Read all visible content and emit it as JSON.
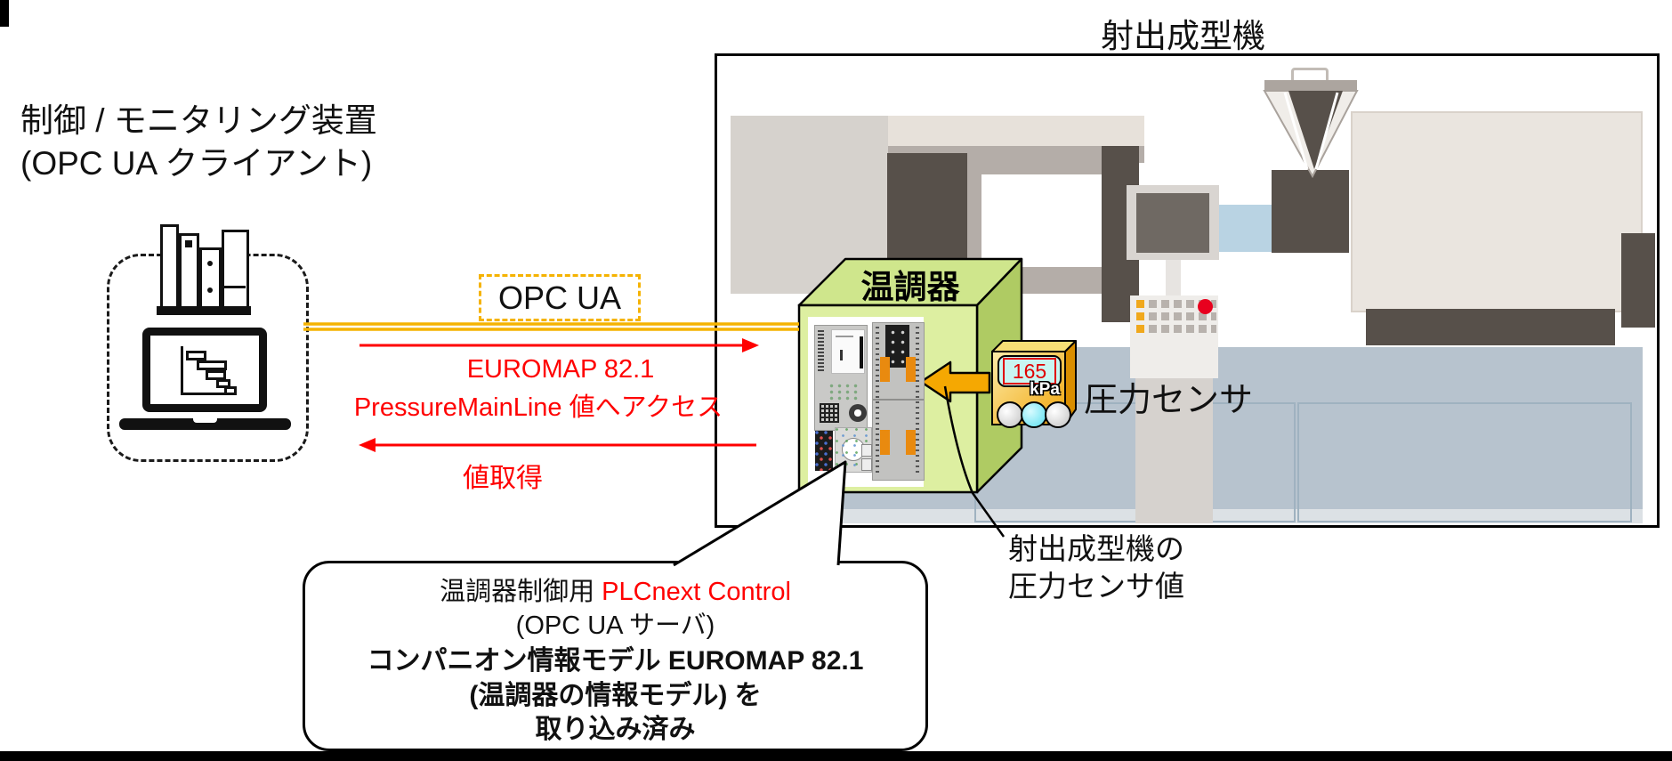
{
  "palette": {
    "accent_gold": "#F5B301",
    "alert_red": "#FF0000",
    "controller_green": "#DDEFA1",
    "sensor_orange": "#F2A50A",
    "display_cyan": "#C9F5F1",
    "machine_dark": "#57504A",
    "base_blue_grey": "#B7C3CE"
  },
  "client": {
    "title_line1": "制御 / モニタリング装置",
    "title_line2": "(OPC UA クライアント)"
  },
  "connection": {
    "protocol_label": "OPC UA",
    "request_line1": "EUROMAP 82.1",
    "request_line2": "PressureMainLine 値へアクセス",
    "response_label": "値取得"
  },
  "machine": {
    "title": "射出成型機",
    "sensor_note_line1": "射出成型機の",
    "sensor_note_line2": "圧力センサ値"
  },
  "temp_controller": {
    "label": "温調器"
  },
  "pressure_sensor": {
    "value": "165",
    "unit": "kPa",
    "label": "圧力センサ"
  },
  "callout": {
    "line1_black": "温調器制御用 ",
    "line1_red": "PLCnext Control",
    "line2": "(OPC UA サーバ)",
    "line3": "コンパニオン情報モデル EUROMAP 82.1",
    "line4": "(温調器の情報モデル) を",
    "line5": "取り込み済み"
  }
}
